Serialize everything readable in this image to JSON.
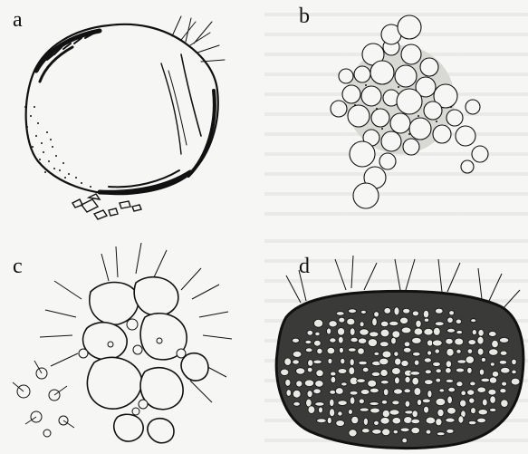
{
  "panels": {
    "a": {
      "label": "a",
      "icon": "solid-particle-illustration"
    },
    "b": {
      "label": "b",
      "icon": "bubble-cluster-illustration"
    },
    "c": {
      "label": "c",
      "icon": "granule-aggregate-illustration"
    },
    "d": {
      "label": "d",
      "icon": "stippled-mass-illustration"
    }
  },
  "colors": {
    "ink": "#111111",
    "paper": "#f6f6f4"
  }
}
